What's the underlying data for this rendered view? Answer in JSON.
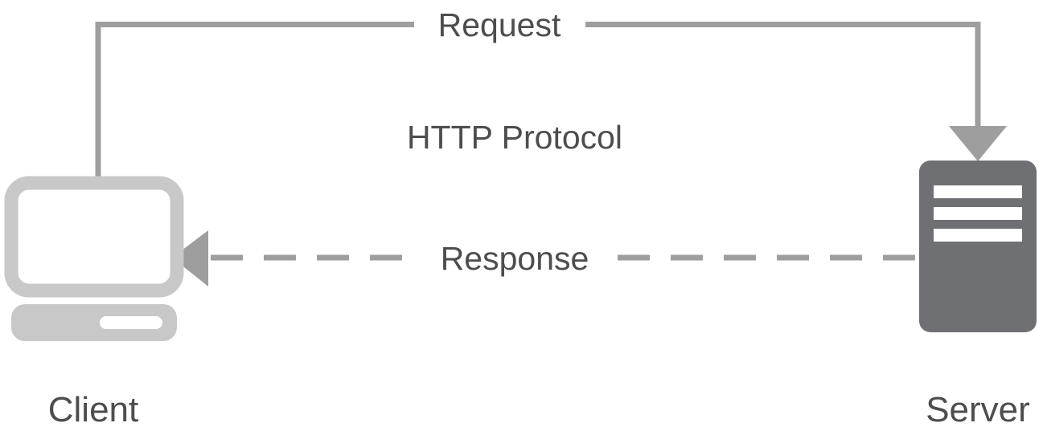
{
  "diagram": {
    "title": "HTTP Protocol client-server request/response diagram",
    "background_color": "#ffffff",
    "labels": {
      "request": "Request",
      "protocol": "HTTP Protocol",
      "response": "Response",
      "client": "Client",
      "server": "Server"
    },
    "colors": {
      "line": "#9e9e9e",
      "arrow": "#9e9e9e",
      "client_icon": "#c8c8c8",
      "server_icon": "#6e7073",
      "server_bar": "#ffffff",
      "text": "#4d4d4d",
      "background": "#ffffff"
    },
    "nodes": [
      {
        "id": "client",
        "label": "Client",
        "icon": "desktop-computer-icon",
        "color": "#c8c8c8"
      },
      {
        "id": "server",
        "label": "Server",
        "icon": "server-rack-icon",
        "color": "#6e7073",
        "bar_count": 3
      }
    ],
    "connections": [
      {
        "id": "request",
        "label": "Request",
        "from": "client",
        "to": "server",
        "style": "solid",
        "arrow": "down",
        "line_width": 7
      },
      {
        "id": "response",
        "label": "Response",
        "from": "server",
        "to": "client",
        "style": "dashed",
        "arrow": "left",
        "line_width": 7,
        "dash_pattern": "40 26"
      }
    ]
  }
}
